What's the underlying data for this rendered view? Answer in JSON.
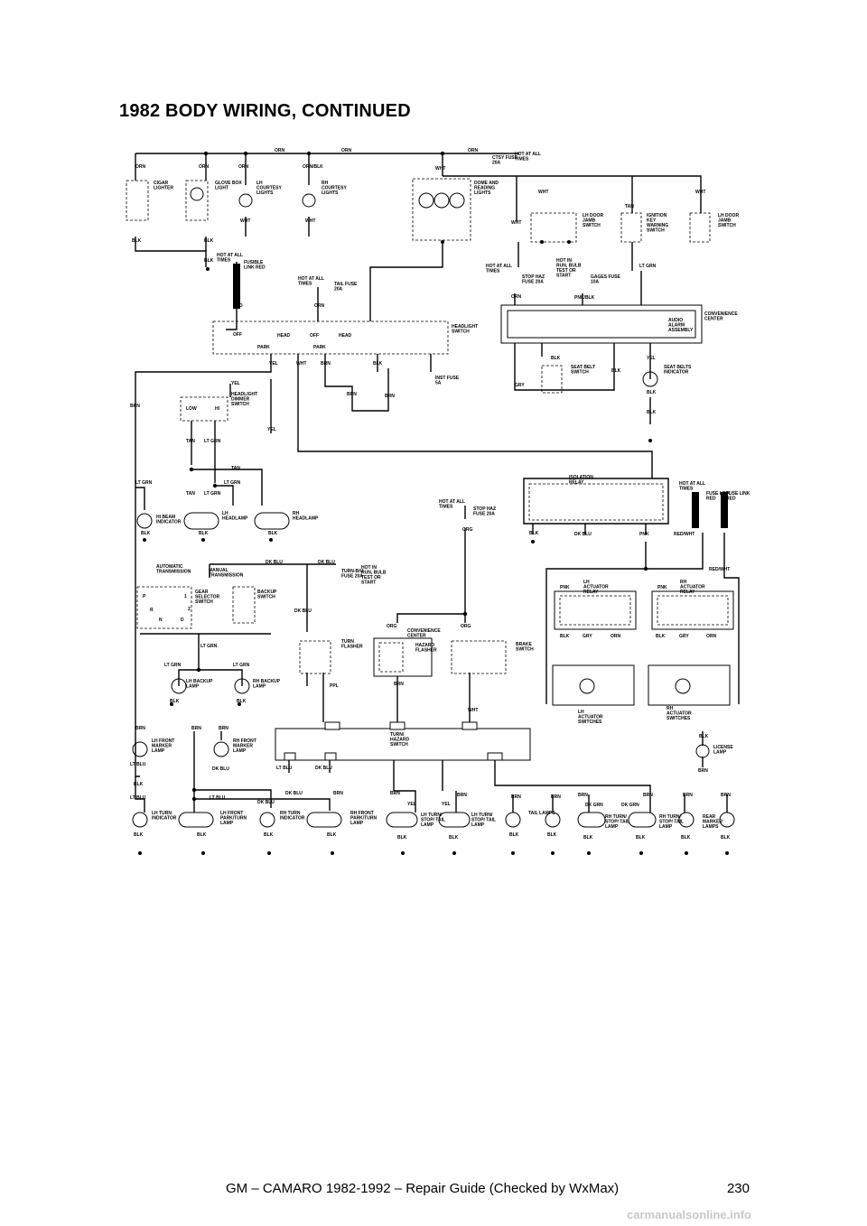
{
  "page": {
    "title": "1982 BODY WIRING, CONTINUED",
    "footer_left": "GM – CAMARO 1982-1992 – Repair Guide (Checked by WxMax)",
    "page_number": "230",
    "watermark": "carmanualsonline.info"
  },
  "diagram": {
    "labels": [
      "ORN",
      "ORN",
      "ORN",
      "ORN",
      "ORN/BLK",
      "ORN",
      "WHT",
      "ORN",
      "CIGAR LIGHTER",
      "GLOVE BOX LIGHT",
      "LH COURTESY LIGHTS",
      "RH COURTESY LIGHTS",
      "DOME AND READING LIGHTS",
      "CTSY FUSE 20A",
      "HOT AT ALL TIMES",
      "BLK",
      "BLK",
      "WHT",
      "WHT",
      "WHT",
      "WHT",
      "TAN",
      "WHT",
      "LH DOOR JAMB SWITCH",
      "IGNITION KEY WARNING SWITCH",
      "LH DOOR JAMB SWITCH",
      "HOT AT ALL TIMES",
      "BLK",
      "FUSIBLE LINK RED",
      "RED",
      "HOT AT ALL TIMES",
      "TAIL FUSE 20A",
      "ORN",
      "HOT AT ALL TIMES",
      "STOP HAZ FUSE 20A",
      "ORN",
      "HOT IN RUN, BULB TEST OR START",
      "GAGES FUSE 10A",
      "PNK/BLK",
      "LT GRN",
      "CONVENIENCE CENTER",
      "AUDIO ALARM ASSEMBLY",
      "OFF",
      "HEAD",
      "PARK",
      "OFF",
      "HEAD",
      "PARK",
      "HEADLIGHT SWITCH",
      "YEL",
      "WHT",
      "BRN",
      "BLK",
      "INST FUSE 5A",
      "BRN",
      "BRN",
      "BLK",
      "SEAT BELT SWITCH",
      "GRY",
      "BLK",
      "YEL",
      "SEAT BELTS INDICATOR",
      "BLK",
      "BLK",
      "BRN",
      "YEL",
      "LOW",
      "HI",
      "HEADLIGHT DIMMER SWITCH",
      "YEL",
      "TAN",
      "LT GRN",
      "TAN",
      "LT GRN",
      "TAN",
      "LT GRN",
      "LT GRN",
      "HI BEAM INDICATOR",
      "LH HEADLAMP",
      "RH HEADLAMP",
      "BLK",
      "BLK",
      "BLK",
      "ISOLATION RELAY",
      "HOT AT ALL TIMES",
      "FUSE LINK RED",
      "FUSE LINK RED",
      "HOT AT ALL TIMES",
      "STOP HAZ FUSE 20A",
      "ORG",
      "BLK",
      "DK BLU",
      "PNK",
      "RED/WHT",
      "RED/WHT",
      "AUTOMATIC TRANSMISSION",
      "MANUAL TRANSMISSION",
      "DK BLU",
      "DK BLU",
      "HOT IN RUN, BULB TEST OR START",
      "TURN-B/U FUSE 20A",
      "GEAR SELECTOR SWITCH",
      "BACKUP SWITCH",
      "P",
      "R",
      "N",
      "D",
      "1",
      "2",
      "PNK",
      "LH ACTUATOR RELAY",
      "PNK",
      "RH ACTUATOR RELAY",
      "DK BLU",
      "ORG",
      "ORG",
      "CONVENIENCE CENTER",
      "HAZARD FLASHER",
      "BRAKE SWITCH",
      "BLK",
      "GRY",
      "ORN",
      "BLK",
      "GRY",
      "ORN",
      "LT GRN",
      "LT GRN",
      "LT GRN",
      "TURN FLASHER",
      "PPL",
      "BRN",
      "WHT",
      "LH BACKUP LAMP",
      "RH BACKUP LAMP",
      "BLK",
      "BLK",
      "LH ACTUATOR SWITCHES",
      "RH ACTUATOR SWITCHES",
      "BRN",
      "BRN",
      "BRN",
      "LH FRONT MARKER LAMP",
      "RH FRONT MARKER LAMP",
      "TURN/ HAZARD SWITCH",
      "BLK",
      "LICENSE LAMP",
      "BRN",
      "LT BLU",
      "BLK",
      "DK BLU",
      "LT BLU",
      "DK BLU",
      "LT BLU",
      "LT BLU",
      "DK BLU",
      "DK BLU",
      "BRN",
      "BRN",
      "YEL",
      "YEL",
      "BRN",
      "BRN",
      "BRN",
      "BRN",
      "DK GRN",
      "DK GRN",
      "BRN",
      "BRN",
      "BRN",
      "LH TURN INDICATOR",
      "LH FRONT PARK/TURN LAMP",
      "RH TURN INDICATOR",
      "RH FRONT PARK/TURN LAMP",
      "LH TURN/ STOP/ TAIL LAMP",
      "LH TURN/ STOP/ TAIL LAMP",
      "TAIL LAMPS",
      "RH TURN/ STOP/ TAIL LAMP",
      "RH TURN/ STOP/ TAIL LAMP",
      "REAR MARKER LAMPS",
      "BLK",
      "BLK",
      "BLK",
      "BLK",
      "BLK",
      "BLK",
      "BLK",
      "BLK",
      "BLK",
      "BLK",
      "BLK",
      "BLK"
    ]
  }
}
